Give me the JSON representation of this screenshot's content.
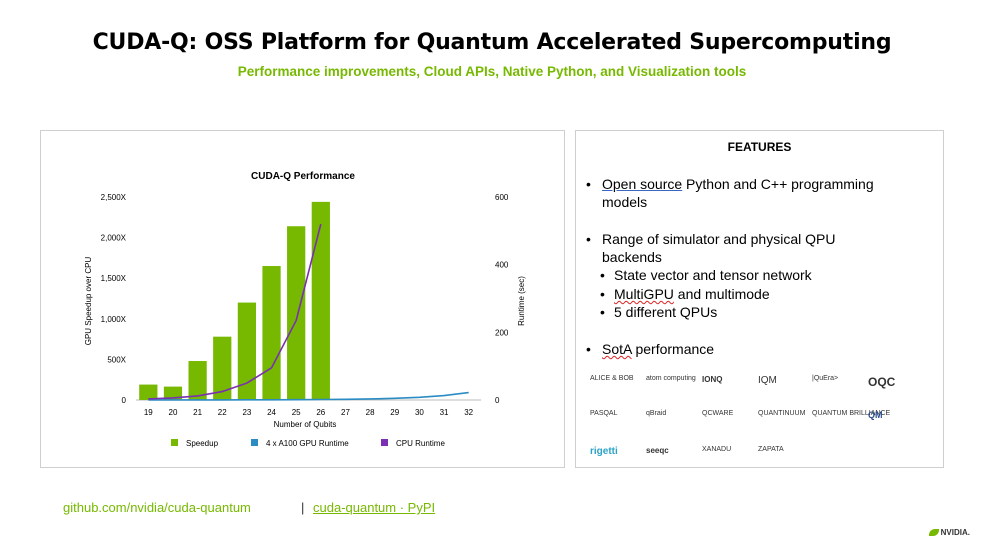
{
  "header": {
    "title": "CUDA-Q: OSS Platform for Quantum Accelerated Supercomputing",
    "subtitle": "Performance improvements, Cloud APIs, Native Python, and Visualization tools"
  },
  "chart_data": {
    "type": "bar",
    "title": "CUDA-Q Performance",
    "xlabel": "Number of Qubits",
    "ylabel": "GPU Speedup over CPU",
    "y2label": "Runtime (sec)",
    "categories": [
      "19",
      "20",
      "21",
      "22",
      "23",
      "24",
      "25",
      "26",
      "27",
      "28",
      "29",
      "30",
      "31",
      "32"
    ],
    "y_ticks": [
      "0",
      "500X",
      "1,000X",
      "1,500X",
      "2,000X",
      "2,500X"
    ],
    "y2_ticks": [
      "0",
      "200",
      "400",
      "600"
    ],
    "ylim": [
      0,
      2500
    ],
    "y2lim": [
      0,
      600
    ],
    "series": [
      {
        "name": "Speedup",
        "kind": "bar",
        "axis": "left",
        "color": "#76b900",
        "values": [
          190,
          165,
          480,
          780,
          1200,
          1650,
          2140,
          2440,
          null,
          null,
          null,
          null,
          null,
          null
        ]
      },
      {
        "name": "4 x A100 GPU Runtime",
        "kind": "line",
        "axis": "right",
        "color": "#2b8cc4",
        "values": [
          0.1,
          0.1,
          0.2,
          0.3,
          0.5,
          0.7,
          1,
          1.5,
          2,
          3,
          5,
          8,
          13,
          22
        ]
      },
      {
        "name": "CPU Runtime",
        "kind": "line",
        "axis": "right",
        "color": "#7b2fb2",
        "values": [
          3,
          6,
          12,
          25,
          50,
          95,
          235,
          520,
          null,
          null,
          null,
          null,
          null,
          null
        ]
      }
    ],
    "legend": "bottom"
  },
  "features": {
    "title": "FEATURES",
    "b1_link": "Open source",
    "b1_rest": " Python and C++ programming",
    "b1_line2": "models",
    "b2_line1": "Range of simulator and physical QPU",
    "b2_line2": "backends",
    "s1": "State vector and tensor network",
    "s2_a": "MultiGPU",
    "s2_b": " and multimode",
    "s3": "5 different QPUs",
    "b3_a": "SotA",
    "b3_b": " performance",
    "bullet": "•"
  },
  "logos": [
    "ALICE & BOB",
    "atom computing",
    "IONQ",
    "IQM",
    "|QuEra>",
    "OQC",
    "PASQAL",
    "qBraid",
    "QCWARE",
    "QUANTINUUM",
    "QUANTUM BRILLIANCE",
    "QM",
    "rigetti",
    "seeqc",
    "XANADU",
    "ZAPATA"
  ],
  "footer": {
    "link1": "github.com/nvidia/cuda-quantum",
    "sep": "|",
    "link2": "cuda-quantum · PyPI",
    "brand": "NVIDIA."
  },
  "colors": {
    "accent": "#76b900"
  }
}
